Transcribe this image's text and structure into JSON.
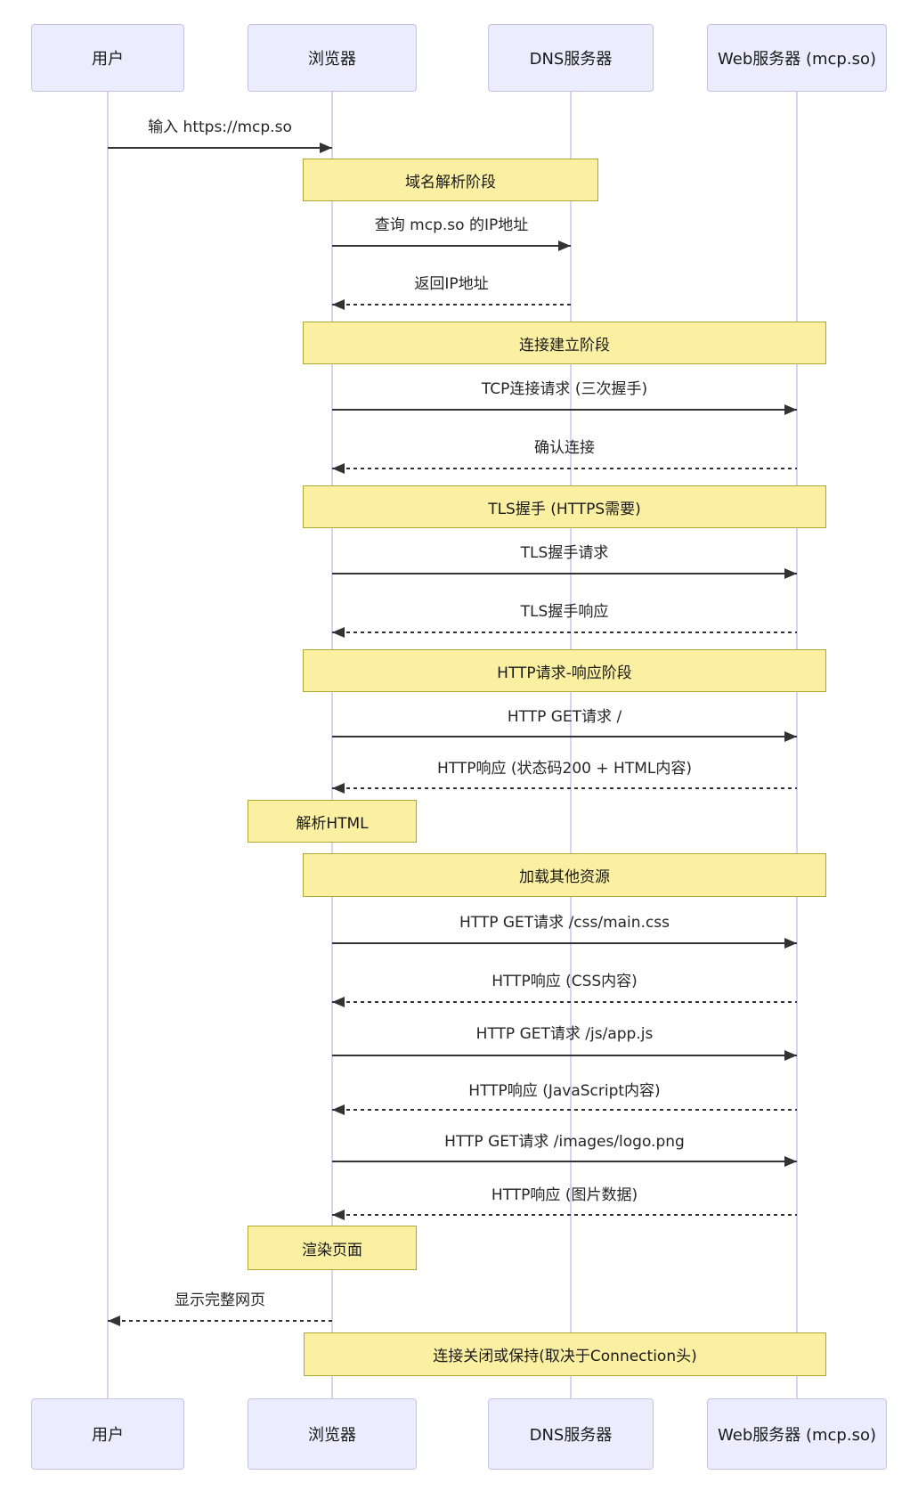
{
  "diagram_type": "sequence-diagram",
  "colors": {
    "actor_fill": "#ececff",
    "actor_border": "#c6c2e6",
    "lifeline": "#d8d3f0",
    "note_fill": "#fbf0a2",
    "note_border": "#aaaa33",
    "arrow": "#333333",
    "text": "#1a1a1a"
  },
  "actors": [
    {
      "id": "user",
      "label": "用户"
    },
    {
      "id": "browser",
      "label": "浏览器"
    },
    {
      "id": "dns",
      "label": "DNS服务器"
    },
    {
      "id": "web",
      "label": "Web服务器 (mcp.so)"
    }
  ],
  "sequence": [
    {
      "type": "message",
      "text": "输入 https://mcp.so",
      "from": "user",
      "to": "browser",
      "line": "solid"
    },
    {
      "type": "note",
      "text": "域名解析阶段",
      "span": "browser-dns"
    },
    {
      "type": "message",
      "text": "查询 mcp.so 的IP地址",
      "from": "browser",
      "to": "dns",
      "line": "solid"
    },
    {
      "type": "message",
      "text": "返回IP地址",
      "from": "dns",
      "to": "browser",
      "line": "dashed"
    },
    {
      "type": "note",
      "text": "连接建立阶段",
      "span": "browser-web"
    },
    {
      "type": "message",
      "text": "TCP连接请求 (三次握手)",
      "from": "browser",
      "to": "web",
      "line": "solid"
    },
    {
      "type": "message",
      "text": "确认连接",
      "from": "web",
      "to": "browser",
      "line": "dashed"
    },
    {
      "type": "note",
      "text": "TLS握手 (HTTPS需要)",
      "span": "browser-web"
    },
    {
      "type": "message",
      "text": "TLS握手请求",
      "from": "browser",
      "to": "web",
      "line": "solid"
    },
    {
      "type": "message",
      "text": "TLS握手响应",
      "from": "web",
      "to": "browser",
      "line": "dashed"
    },
    {
      "type": "note",
      "text": "HTTP请求-响应阶段",
      "span": "browser-web"
    },
    {
      "type": "message",
      "text": "HTTP GET请求 /",
      "from": "browser",
      "to": "web",
      "line": "solid"
    },
    {
      "type": "message",
      "text": "HTTP响应 (状态码200 + HTML内容)",
      "from": "web",
      "to": "browser",
      "line": "dashed"
    },
    {
      "type": "note",
      "text": "解析HTML",
      "span": "browser"
    },
    {
      "type": "note",
      "text": "加载其他资源",
      "span": "browser-web"
    },
    {
      "type": "message",
      "text": "HTTP GET请求 /css/main.css",
      "from": "browser",
      "to": "web",
      "line": "solid"
    },
    {
      "type": "message",
      "text": "HTTP响应 (CSS内容)",
      "from": "web",
      "to": "browser",
      "line": "dashed"
    },
    {
      "type": "message",
      "text": "HTTP GET请求 /js/app.js",
      "from": "browser",
      "to": "web",
      "line": "solid"
    },
    {
      "type": "message",
      "text": "HTTP响应 (JavaScript内容)",
      "from": "web",
      "to": "browser",
      "line": "dashed"
    },
    {
      "type": "message",
      "text": "HTTP GET请求 /images/logo.png",
      "from": "browser",
      "to": "web",
      "line": "solid"
    },
    {
      "type": "message",
      "text": "HTTP响应 (图片数据)",
      "from": "web",
      "to": "browser",
      "line": "dashed"
    },
    {
      "type": "note",
      "text": "渲染页面",
      "span": "browser"
    },
    {
      "type": "message",
      "text": "显示完整网页",
      "from": "browser",
      "to": "user",
      "line": "dashed"
    },
    {
      "type": "note",
      "text": "连接关闭或保持(取决于Connection头)",
      "span": "browser-web"
    }
  ]
}
